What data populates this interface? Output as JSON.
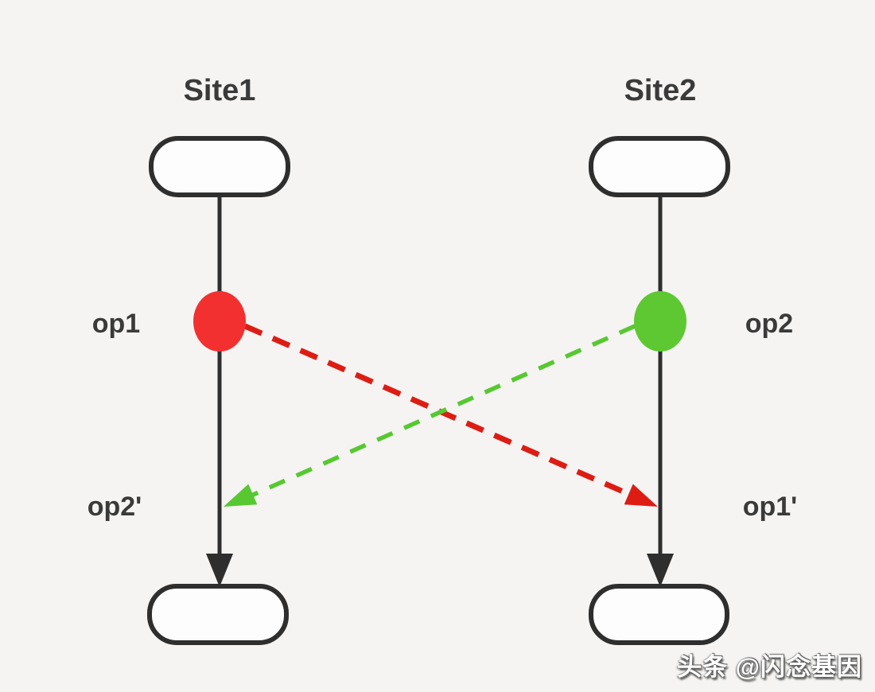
{
  "diagram": {
    "type": "operational-transformation-sequence-diagram",
    "sites": [
      {
        "title": "Site1"
      },
      {
        "title": "Site2"
      }
    ],
    "labels": {
      "op1": "op1",
      "op2": "op2",
      "op2_prime": "op2'",
      "op1_prime": "op1'"
    },
    "colors": {
      "background": "#f5f4f2",
      "node_fill": "#fdfdfd",
      "stroke_dark": "#2e2e2e",
      "label_text": "#3a3a3a",
      "op1_dot": "#f23030",
      "op1_arrow": "#dd1d14",
      "op2_dot": "#5ec832",
      "op2_arrow": "#57c832",
      "watermark_text": "#ffffff",
      "watermark_shadow": "#5a5a5a"
    }
  },
  "watermark": {
    "text": "头条 @闪念基因"
  }
}
